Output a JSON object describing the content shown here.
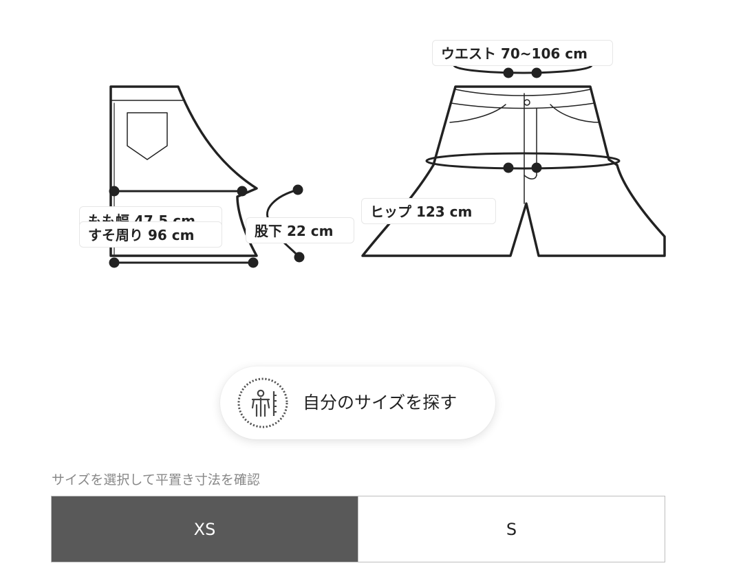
{
  "measurements": {
    "waist": "ウエスト 70~106 cm",
    "hip": "ヒップ 123 cm",
    "thigh": "もも幅 47.5 cm",
    "hem": "すそ周り 96 cm",
    "inseam": "股下 22 cm"
  },
  "find_size": {
    "label": "自分のサイズを探す",
    "icon": "person-measure-icon"
  },
  "size_selector": {
    "caption": "サイズを選択して平置き寸法を確認",
    "options": [
      "XS",
      "S"
    ],
    "selected": "XS",
    "active_color": "#595959"
  }
}
